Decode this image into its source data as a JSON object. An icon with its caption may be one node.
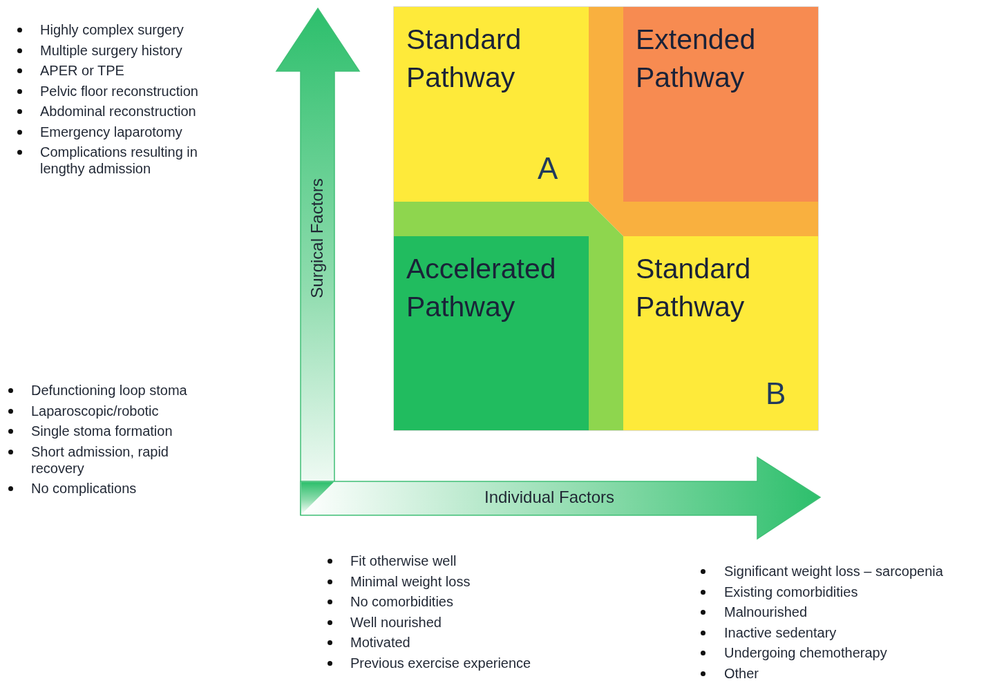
{
  "diagram": {
    "nodes": [
      {
        "text": [
          "Standard Pathway",
          "A"
        ]
      },
      {
        "text": [
          "Extended Pathway"
        ]
      },
      {
        "text": [
          "Accelerated Pathway"
        ]
      },
      {
        "text": [
          "Standard Pathway",
          "B"
        ]
      }
    ],
    "labels": [
      "Highly complex surgery",
      "Multiple surgery history",
      "APER or TPE",
      "Pelvic floor reconstruction",
      "Abdominal reconstruction",
      "Emergency laparotomy",
      "Complications resulting in lengthy admission",
      "Surgical Factors",
      "Defunctioning loop stoma",
      "Laparoscopic/robotic",
      "Single stoma formation",
      "Short admission, rapid recovery",
      "No complications",
      "Individual Factors",
      "Fit otherwise well",
      "Minimal weight loss",
      "No comorbidities",
      "Well nourished",
      "Motivated",
      "Previous exercise experience",
      "Significant weight loss – sarcopenia",
      "Existing comorbidities",
      "Malnourished",
      "Inactive sedentary",
      "Undergoing chemotherapy",
      "Other"
    ]
  }
}
